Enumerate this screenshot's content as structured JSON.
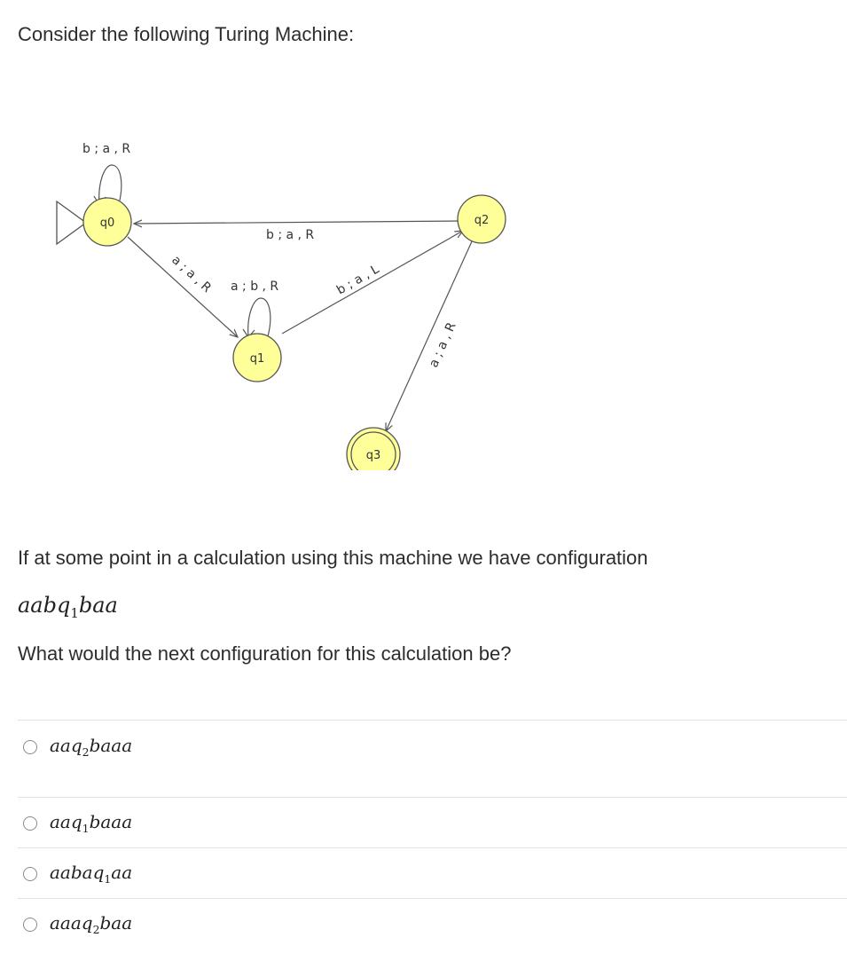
{
  "intro": "Consider the following Turing Machine:",
  "machine": {
    "states": [
      {
        "id": "q0",
        "label": "q0",
        "initial": true,
        "final": false
      },
      {
        "id": "q1",
        "label": "q1",
        "initial": false,
        "final": false
      },
      {
        "id": "q2",
        "label": "q2",
        "initial": false,
        "final": false
      },
      {
        "id": "q3",
        "label": "q3",
        "initial": false,
        "final": true
      }
    ],
    "transitions": [
      {
        "from": "q0",
        "to": "q0",
        "label": "b ; a , R"
      },
      {
        "from": "q0",
        "to": "q1",
        "label": "a ; a , R"
      },
      {
        "from": "q1",
        "to": "q1",
        "label": "a ; b , R"
      },
      {
        "from": "q2",
        "to": "q0",
        "label": "b ; a , R"
      },
      {
        "from": "q1",
        "to": "q2",
        "label": "b ; a , L"
      },
      {
        "from": "q2",
        "to": "q3",
        "label": "a ; a , R"
      }
    ],
    "colors": {
      "state_fill": "#ffff99",
      "state_stroke": "#555555",
      "edge": "#555555"
    }
  },
  "question": "If at some point in a calculation using this machine we have configuration",
  "configuration": {
    "prefix": "aab",
    "state_sub": "1",
    "suffix": "baa"
  },
  "question2": "What would the next configuration for this calculation be?",
  "choices": [
    {
      "prefix": "aa",
      "state_sub": "2",
      "suffix": "baaa"
    },
    {
      "prefix": "aa",
      "state_sub": "1",
      "suffix": "baaa"
    },
    {
      "prefix": "aaba",
      "state_sub": "1",
      "suffix": "aa"
    },
    {
      "prefix": "aaa",
      "state_sub": "2",
      "suffix": "baa"
    }
  ]
}
